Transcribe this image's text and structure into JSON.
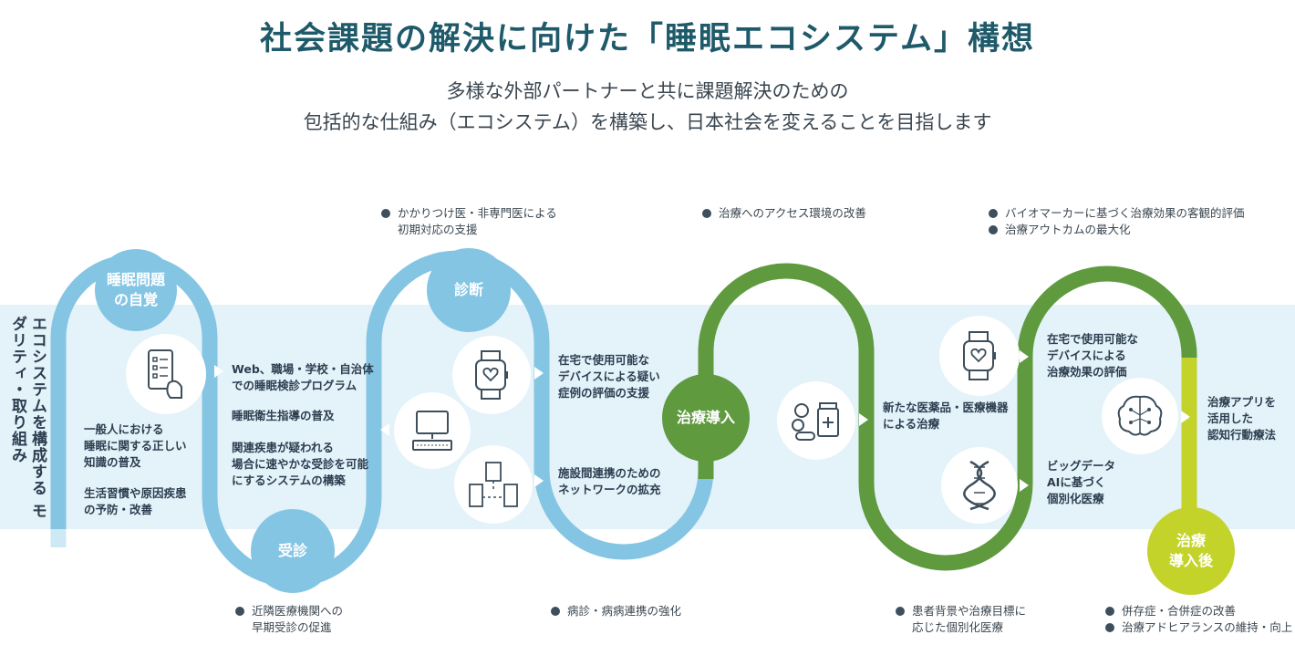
{
  "header": {
    "title": "社会課題の解決に向けた「睡眠エコシステム」構想",
    "subtitle_line1": "多様な外部パートナーと共に課題解決のための",
    "subtitle_line2": "包括的な仕組み（エコシステム）を構築し、日本社会を変えることを目指します"
  },
  "side_label": "エコシステムを構成する\nモダリティ・取り組み",
  "stages": {
    "awareness": "睡眠問題\nの自覚",
    "visit": "受診",
    "diagnosis": "診断",
    "treatment": "治療導入",
    "after": "治療\n導入後"
  },
  "texts": {
    "public": "一般人における\n睡眠に関する正しい\n知識の普及",
    "lifestyle": "生活習慣や原因疾患\nの予防・改善",
    "screening": "Web、職場・学校・自治体\nでの睡眠検診プログラム",
    "guidance": "睡眠衛生指導の普及",
    "system": "関連疾患が疑われる\n場合に速やかな受診を可能\nにするシステムの構築",
    "home_device": "在宅で使用可能な\nデバイスによる疑い\n症例の評価の支援",
    "network": "施設間連携のための\nネットワークの拡充",
    "new_drug": "新たな医薬品・医療機器\nによる治療",
    "device_eval": "在宅で使用可能な\nデバイスによる\n治療効果の評価",
    "bigdata": "ビッグデータ\nAIに基づく\n個別化医療",
    "app": "治療アプリを\n活用した\n認知行動療法"
  },
  "notes": {
    "top_diag": [
      "かかりつけ医・非専門医による",
      "初期対応の支援"
    ],
    "top_access": [
      "治療へのアクセス環境の改善"
    ],
    "top_bio1": [
      "バイオマーカーに基づく治療効果の客観的評価"
    ],
    "top_bio2": [
      "治療アウトカムの最大化"
    ],
    "bottom_visit": [
      "近隣医療機関への",
      "早期受診の促進"
    ],
    "bottom_link": [
      "病診・病病連携の強化"
    ],
    "bottom_personal": [
      "患者背景や治療目標に",
      "応じた個別化医療"
    ],
    "bottom_after1": [
      "併存症・合併症の改善"
    ],
    "bottom_after2": [
      "治療アドヒアランスの維持・向上"
    ]
  },
  "colors": {
    "blue": "#85c5e4",
    "green": "#5f9a3f",
    "lime": "#c3d32a",
    "band": "#e4f2f9",
    "title": "#1e5a6a"
  },
  "icons": [
    "checklist-phone-icon",
    "computer-icon",
    "smartwatch-icon",
    "hospitals-network-icon",
    "medicine-icon",
    "smartwatch-icon",
    "dna-icon",
    "ai-brain-icon"
  ]
}
